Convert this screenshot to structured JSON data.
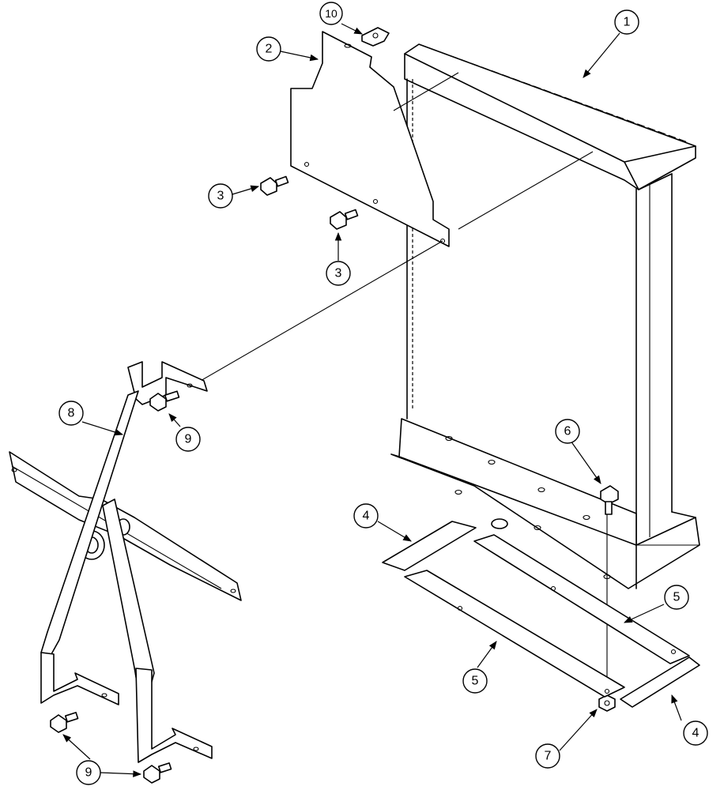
{
  "callouts": [
    {
      "id": "c1",
      "label": "1"
    },
    {
      "id": "c2",
      "label": "2"
    },
    {
      "id": "c3a",
      "label": "3"
    },
    {
      "id": "c3b",
      "label": "3"
    },
    {
      "id": "c4a",
      "label": "4"
    },
    {
      "id": "c4b",
      "label": "4"
    },
    {
      "id": "c5a",
      "label": "5"
    },
    {
      "id": "c5b",
      "label": "5"
    },
    {
      "id": "c6",
      "label": "6"
    },
    {
      "id": "c7",
      "label": "7"
    },
    {
      "id": "c8",
      "label": "8"
    },
    {
      "id": "c9a",
      "label": "9"
    },
    {
      "id": "c9b",
      "label": "9"
    },
    {
      "id": "c10",
      "label": "10"
    }
  ]
}
